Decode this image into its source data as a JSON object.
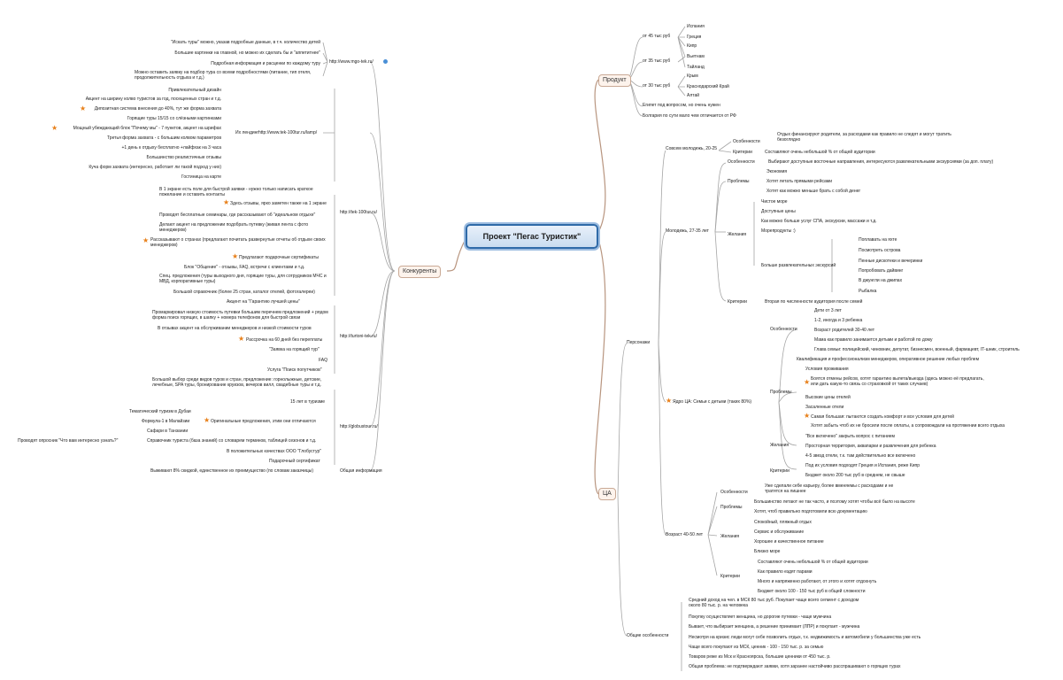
{
  "central": "Проект \"Пегас Туристик\"",
  "branches": {
    "product": "Продукт",
    "competitors": "Конкуренты",
    "audience": "ЦА"
  },
  "product": {
    "g1_label": "от 45 тыс руб",
    "g1_items": [
      "Испания",
      "Греция",
      "Кипр",
      "Вьетнам",
      "Тайланд"
    ],
    "g2_label": "от 35 тыс руб",
    "g2_items": [
      "Крым",
      "Краснодарский Край",
      "Алтай"
    ],
    "g3_label": "от 30 тыс руб",
    "extra": [
      "Египет под вопросом, но очень нужен",
      "Болгария по сути мало чем отличается от РФ"
    ]
  },
  "competitors": {
    "site1": {
      "url": "http://www.mgo-tek.ru/",
      "items": [
        "\"Искать туры\" можно, указав подробные данные, в т.ч. количество детей",
        "Большие картинки на главной, но можно их сделать бы и \"аппетитнее\"",
        "Подробная информация и расценки по каждому туру",
        "Можно оставить заявку на подбор тура со всеми подробностями (питание, тип отеля, продолжительность отдыха и т.д.)"
      ]
    },
    "site2": {
      "url": "http://www.tek-100tur.ru/lamp/",
      "label": "Их лендинг",
      "items": [
        "Привлекательный дизайн",
        "Акцент на ширину колво туристов за год, посещенных стран и т.д.",
        "Дипозитная система внесения до 40%, тут же форма захвата",
        "Горящие туры 15/15 со слёзными картинками",
        "Мощный убеждающий блок \"Почему мы\" - 7 пунктов, акцент на шрифах",
        "Третья форма захвата - с большим колвом параметров",
        "+1 день к отдыху бесплатно +лайфхак на 3 часа",
        "Большинство реалистичные отзывы",
        "Куча форм захвата (интересно, работает ли такой подход у них)",
        "Гостиница на карте"
      ]
    },
    "site3": {
      "url": "http://tek-100tur.ru/",
      "items": [
        "В 1 экране есть поле для быстрой заявки - нужно только написать краткое пожелание и оставить контакты",
        "Здесь отзывы, ярко заметен также на 1 экране",
        "Проводят бесплатные семинары, где рассказывают об \"идеальном отдыхе\"",
        "Делают акцент на предложении подобрать путевку (живая лента с фото менеджеров)",
        "Рассказывают о странах (предлагают почитать развернутые отчеты об отдыхе своих менеджеров)",
        "Предлагают подарочные сертификаты",
        "Блок \"Общение\" - отзывы, FAQ, встречи с клиентами и т.д.",
        "Спец. предложения (туры выходного дня, горящие туры, для сотрудников МЧС и МВД, корпоративные туры)",
        "Большой справочник (более 25 стран, каталог отелей, фотогалереи)"
      ]
    },
    "site4": {
      "url": "http://turtoni-tek.ru/",
      "items": [
        "Акцент на \"Гарантию лучшей цены\"",
        "Промаркировал низкую стоимость путевки большим перечнем предложений + рядом форма поиск горящих, в шапку + номера телефонов для быстрой связи",
        "В отзывах акцент на обслуживании менеджеров и низкой стоимости туров",
        "Рассрочка на 60 дней без переплаты",
        "\"Заявка на горящий тур\"",
        "FAQ",
        "Услуга \"Поиск попутчиков\""
      ]
    },
    "site5": {
      "url": "http://globustour.ru/",
      "items": [
        "Большой выбор среди видов туров и стран, предложение: горнолыжные, детские, лечебные, SPA туры, бронирование круизов, вечеров вилл, свадебные туры и т.д.",
        "15 лет в туризме",
        "Оригинальные предложения, этим они отличаются",
        "Справочник туриста (база знаний) со словарем терминов, таблицей сезонов и т.д.",
        "В положительных качествах ООО \"Глобустур\"",
        "Подарочный сертификат"
      ],
      "sub_original": [
        "Тематический туризм в Дубаи",
        "Формула-1 в Малайзии",
        "Сафари в Танзании"
      ],
      "sub_reference": "Проводят опросник \"Что вам интересно узнать?\""
    },
    "general_label": "Общая информация",
    "general_item": "Выживают 8% скидкой, единственное их преимущество (по словам заказчицы)"
  },
  "audience": {
    "personas_label": "Персонажи",
    "young1": {
      "label": "Совсем молодежь, 20-25",
      "peculiarities": "Особенности",
      "peculiarities_text": "Отдых финансируют родители, за расходами как правило не следят и могут тратить безоглядно",
      "criteria": "Критерии",
      "criteria_text": "Составляют очень небольшой % от общей аудитории"
    },
    "young2": {
      "label": "Молодежь, 27-35 лет",
      "peculiarities": "Особенности",
      "peculiarities_text": "Выбирают доступные восточные направления, интересуются развлекательными экскурсиями (за доп. плату)",
      "problems": "Проблемы",
      "problems_items": [
        "Экономия",
        "Хотят летать прямыми рейсами",
        "Хотят как можно меньше брать с собой денег"
      ],
      "wishes": "Желания",
      "wishes_items": [
        "Чистое море",
        "Доступные цены",
        "Как можно больше услуг СПА, экскурсии, массажи и т.д.",
        "Морепродукты :)"
      ],
      "fun_label": "Больше развлекательных экскурсий",
      "fun_items": [
        "Поплавать на яхте",
        "Посмотреть острова",
        "Пенные дискотеки и вечеринки",
        "Попробовать дайвинг",
        "В джунгли на джипах",
        "Рыбалка"
      ],
      "criteria": "Критерии",
      "criteria_text": "Вторая по численности аудитория после семей"
    },
    "families": {
      "label": "Ядро ЦА: Семьи с детьми (таких 80%)",
      "peculiarities": "Особенности",
      "pec_items": [
        "Дети от 3 лет",
        "1-2, иногда и 3 ребенка",
        "Возраст родителей 30-40 лет",
        "Мама как правило занимается детьми и работой по дому",
        "Глава семьи: полицейский, чиновник, депутат, бизнесмен, военный, фармацевт, IT-шник, строитель"
      ],
      "problems": "Проблемы",
      "prob_items": [
        "Квалификация и профессионализм менеджеров, оперативное решение любых проблем",
        "Условия проживания",
        "Боятся отмены рейсов, хотят гарантию вылета/выезда (здесь можно её предлагать, или дать какую-то связь со страховкой от таких случаев)",
        "Высокие цены отелей",
        "Засаленные отели",
        "Самая большая: пытаются создать комфорт и все условия для детей",
        "Хотят забыть чтоб их не бросили после оплаты, а сопровождали на протяжении всего отдыха"
      ],
      "wishes": "Желания",
      "wish_items": [
        "\"Все включено\" закрыть вопрос с питанием",
        "Просторная территория, аквапарки и развлечения для ребенка",
        "4-5 звезд отели, т.к. там действительно все включено"
      ],
      "criteria": "Критерии",
      "crit_items": [
        "Под их условия подходят Греция и Испания, реже Кипр",
        "Бюджет около 200 тыс руб в среднем, не свыше"
      ]
    },
    "older": {
      "label": "Возраст 40-50 лет",
      "peculiarities": "Особенности",
      "pec_text": "Уже сделали себе карьеру, более вменяемы с расходами и не тратятся на лишнее",
      "problems": "Проблемы",
      "prob_items": [
        "Большинство летают не так часто, и поэтому хотят чтобы всё было на высоте",
        "Хотят, чтоб правильно подготовили всю документацию"
      ],
      "wishes": "Желания",
      "wish_items": [
        "Спокойный, пляжный отдых",
        "Сервис и обслуживание",
        "Хорошее и качественное питание",
        "Близко море"
      ],
      "criteria": "Критерии",
      "crit_items": [
        "Составляют очень небольшой % от общей аудитории",
        "Как правило ездят парами",
        "Много и напряженно работают, от этого и хотят отдохнуть",
        "Бюджет около 100 - 150 тыс руб в общей сложности"
      ]
    },
    "general": {
      "label": "Общие особенности",
      "items": [
        "Средний доход на чел. в МСК 80 тыс руб. Покупает чаще всего сегмент с доходом около 80 тыс. р. на человека",
        "Покупку осуществляет женщина, но дорогие путевки - чаще мужчина",
        "Бывает, что выбирает женщина, а решение принимает (ЛПР) и покупает - мужчина",
        "Несмотря на кризис люди могут себе позволить отдых, т.к. недвижимость и автомобили у большинства уже есть",
        "Чаще всего покупают из МСК, ценник - 100 - 150 тыс. р. за семью",
        "Товаров реже из Мск и Красноярска, большие ценники от 450 тыс. р.",
        "Общая проблема: не подтверждают заявки, хотя заранее настойчиво расспрашивают о горящих турах"
      ]
    }
  },
  "colors": {
    "main_border": "#2f6aa8",
    "branch_line": "#b8957f",
    "line": "#8a8a8a",
    "star": "#e8801a"
  }
}
